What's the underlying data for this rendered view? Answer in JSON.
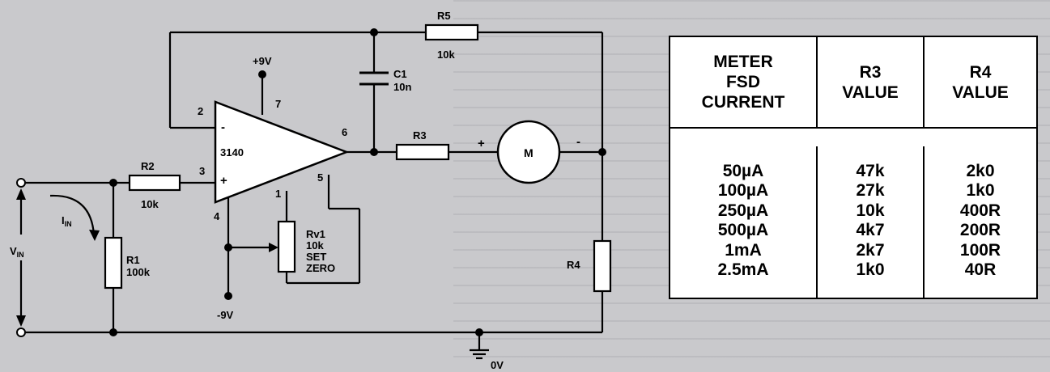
{
  "schematic": {
    "labels": {
      "supply_pos": "+9V",
      "supply_neg": "-9V",
      "ground": "0V",
      "opamp": "3140",
      "inv": "-",
      "noninv": "+",
      "pin2": "2",
      "pin3": "3",
      "pin4": "4",
      "pin7": "7",
      "pin6": "6",
      "pin5": "5",
      "pin1": "1",
      "r2": "R2",
      "r2_val": "10k",
      "r1": "R1",
      "r1_val": "100k",
      "r3": "R3",
      "r4": "R4",
      "r5": "R5",
      "r5_val": "10k",
      "c1": "C1",
      "c1_val": "10n",
      "rv1": "Rv1",
      "rv1_val": "10k",
      "rv1_set": "SET",
      "rv1_zero": "ZERO",
      "meter": "M",
      "meter_pos": "+",
      "meter_neg": "-",
      "vin": "V",
      "vin_sub": "IN",
      "iin": "I",
      "iin_sub": "IN"
    }
  },
  "table": {
    "headers": [
      "METER\nFSD\nCURRENT",
      "R3\nVALUE",
      "R4\nVALUE"
    ],
    "current": [
      "50µA",
      "100µA",
      "250µA",
      "500µA",
      "1mA",
      "2.5mA"
    ],
    "r3": [
      "47k",
      "27k",
      "10k",
      "4k7",
      "2k7",
      "1k0"
    ],
    "r4": [
      "2k0",
      "1k0",
      "400R",
      "200R",
      "100R",
      "40R"
    ]
  }
}
